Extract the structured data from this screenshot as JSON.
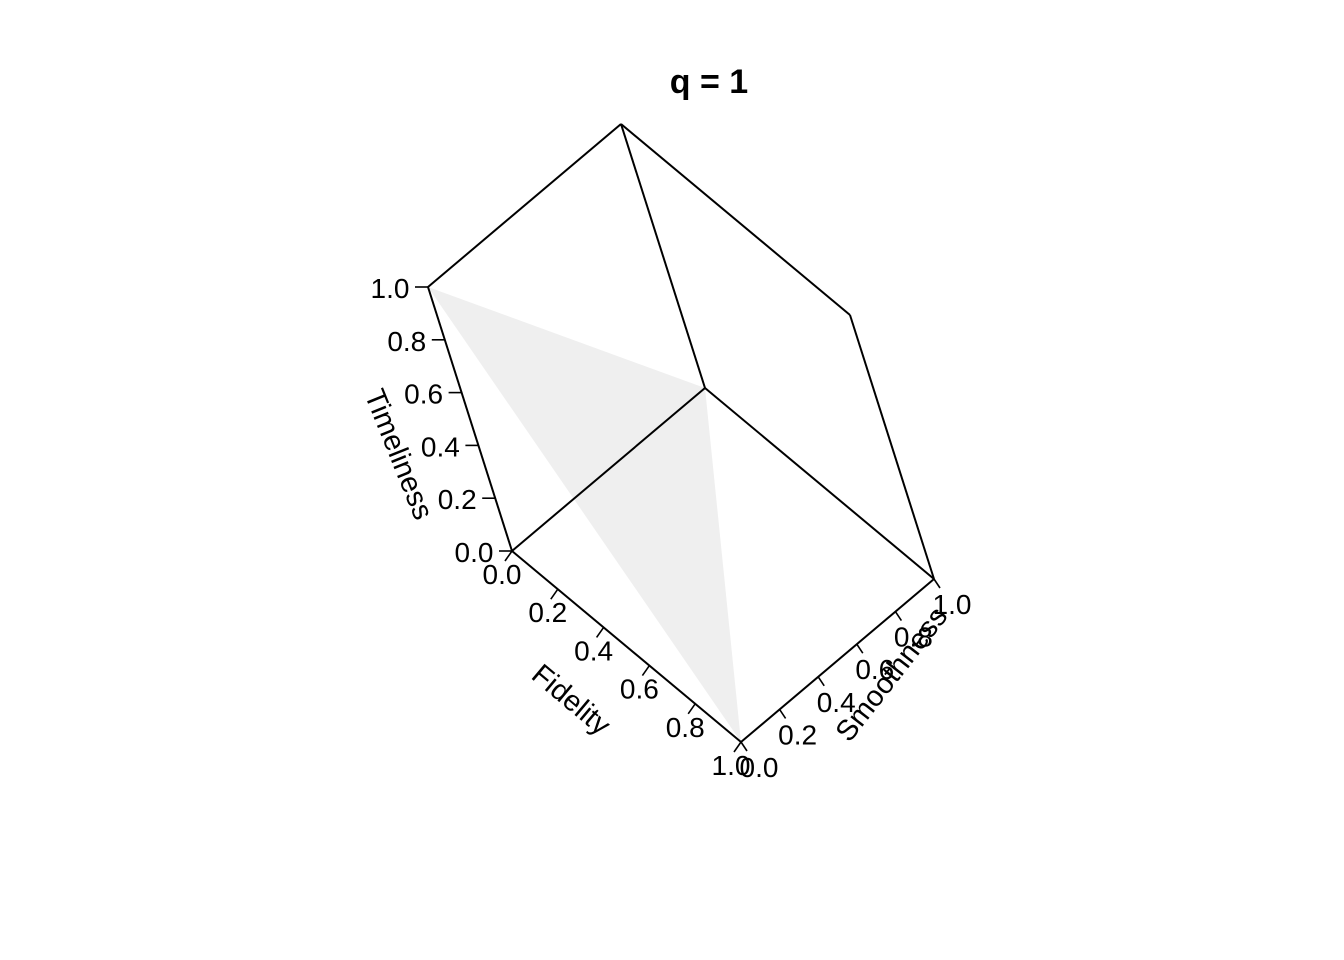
{
  "chart_data": {
    "type": "3d-surface",
    "title": "q = 1",
    "axes": {
      "x": {
        "label": "Fidelity",
        "range": [
          0,
          1
        ],
        "ticks": [
          "0.0",
          "0.2",
          "0.4",
          "0.6",
          "0.8",
          "1.0"
        ]
      },
      "y": {
        "label": "Smoothness",
        "range": [
          0,
          1
        ],
        "ticks": [
          "0.0",
          "0.2",
          "0.4",
          "0.6",
          "0.8",
          "1.0"
        ]
      },
      "z": {
        "label": "Timeliness",
        "range": [
          0,
          1
        ],
        "ticks": [
          "0.0",
          "0.2",
          "0.4",
          "0.6",
          "0.8",
          "1.0"
        ]
      }
    },
    "surface": {
      "description_vertices": [
        {
          "fidelity": 1,
          "smoothness": 0,
          "timeliness": 0
        },
        {
          "fidelity": 0,
          "smoothness": 1,
          "timeliness": 0
        },
        {
          "fidelity": 0,
          "smoothness": 0,
          "timeliness": 1
        }
      ],
      "fill_color": "#efefef"
    },
    "box": true,
    "grid": false,
    "colors": {
      "edge": "#000000",
      "surface": "#efefef",
      "background": "#ffffff"
    }
  }
}
